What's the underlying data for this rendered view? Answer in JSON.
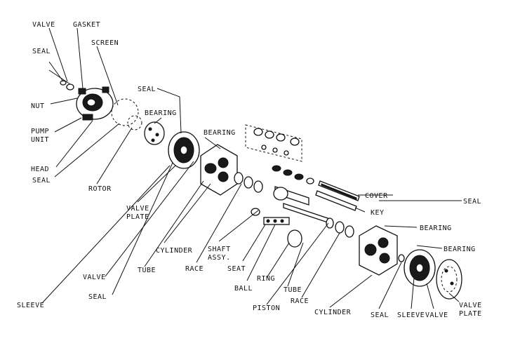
{
  "labels": {
    "valve_top": "VALVE",
    "gasket": "GASKET",
    "seal_top": "SEAL",
    "screen": "SCREEN",
    "nut": "NUT",
    "pump_unit": "PUMP UNIT",
    "head": "HEAD",
    "seal_left": "SEAL",
    "rotor": "ROTOR",
    "seal_mid": "SEAL",
    "bearing_1": "BEARING",
    "bearing_2": "BEARING",
    "valve_plate_1": "VALVE PLATE",
    "cylinder_1": "CYLINDER",
    "shaft_assy": "SHAFT ASSY.",
    "race_1": "RACE",
    "seat": "SEAT",
    "ball": "BALL",
    "ring": "RING",
    "tube_1": "TUBE",
    "tube_2": "TUBE",
    "valve_left": "VALVE",
    "seal_bottom": "SEAL",
    "sleeve_left": "SLEEVE",
    "piston": "PISTON",
    "race_2": "RACE",
    "cylinder_2": "CYLINDER",
    "cover": "COVER",
    "seal_right": "SEAL",
    "key": "KEY",
    "bearing_3": "BEARING",
    "bearing_4": "BEARING",
    "seal_right_bottom": "SEAL",
    "sleeve_right": "SLEEVE",
    "valve_right": "VALVE",
    "valve_plate_2": "VALVE PLATE"
  }
}
